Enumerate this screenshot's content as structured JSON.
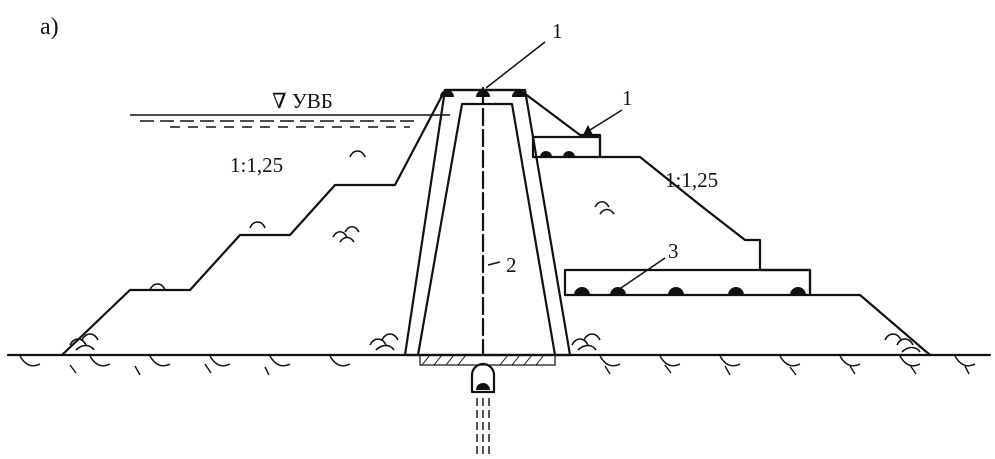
{
  "figure": {
    "panel_label": "a)",
    "water_level_label": "∇ УВБ",
    "slope_left": "1:1,25",
    "slope_right": "1:1,25",
    "callouts": [
      "1",
      "1",
      "2",
      "3"
    ]
  }
}
